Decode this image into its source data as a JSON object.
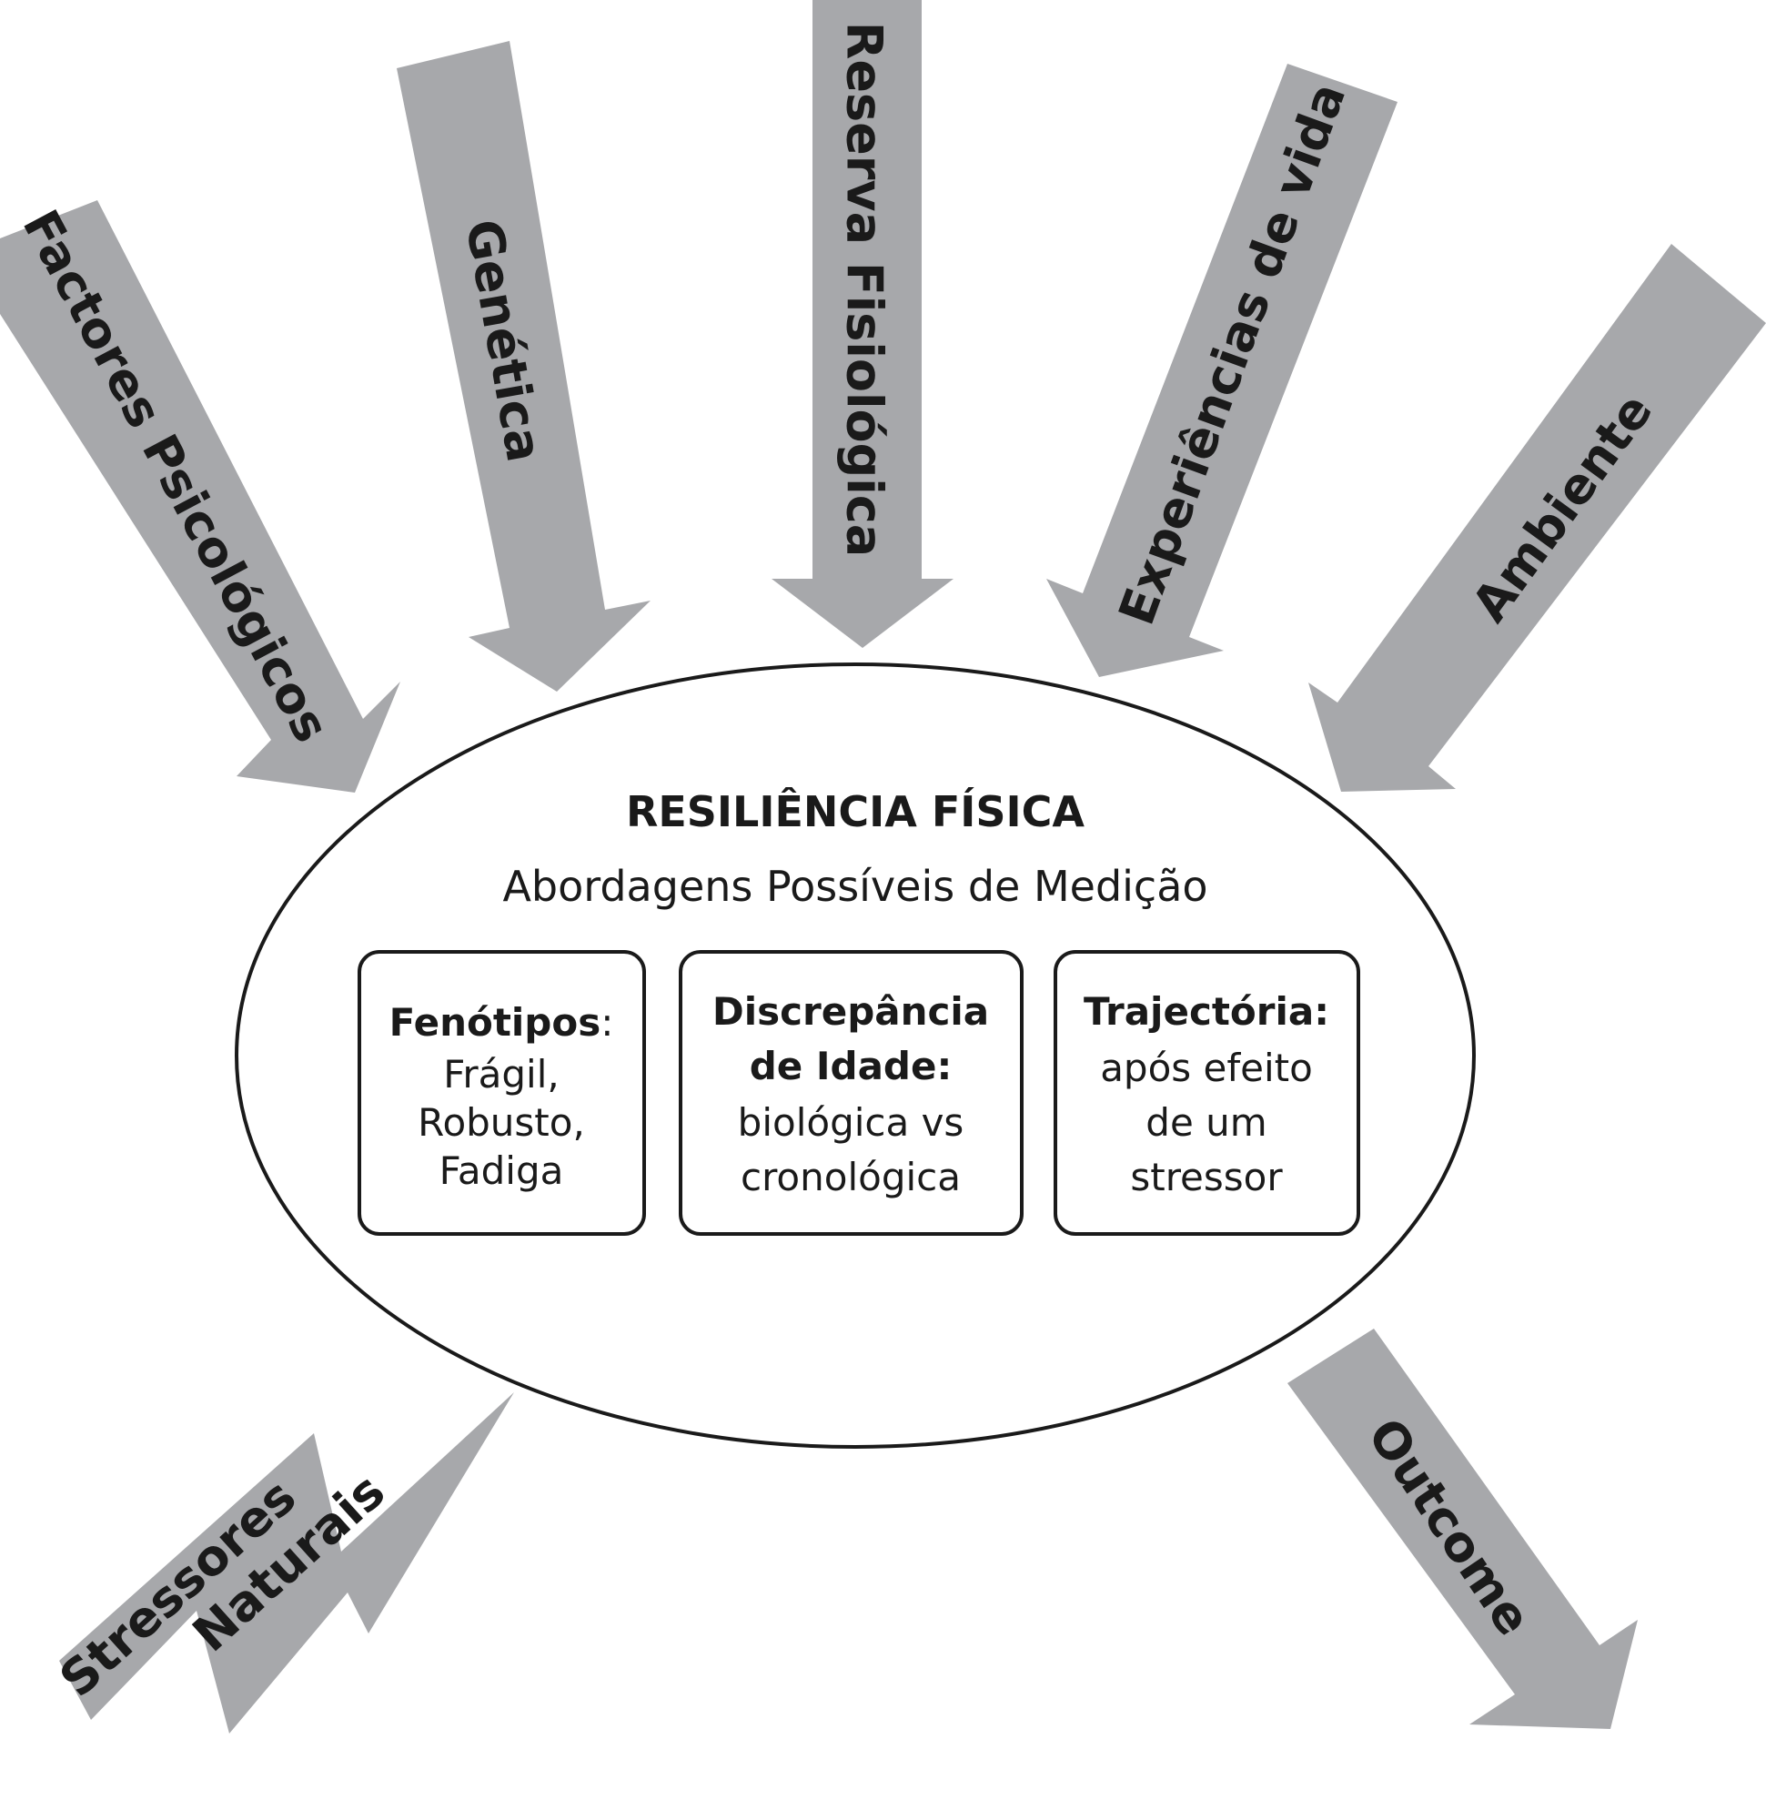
{
  "center": {
    "title": "RESILIÊNCIA FÍSICA",
    "subtitle": "Abordagens Possíveis de Medição"
  },
  "boxes": [
    {
      "head": "Fenótipos",
      "head_suffix": ":",
      "lines": [
        "Frágil,",
        "Robusto,",
        "Fadiga"
      ]
    },
    {
      "head_lines": [
        "Discrepância",
        "de Idade:"
      ],
      "lines": [
        "biológica vs",
        "cronológica"
      ]
    },
    {
      "head": "Trajectória:",
      "lines": [
        "após efeito",
        "de um",
        "stressor"
      ]
    }
  ],
  "inputs": [
    {
      "label": "Factores Psicológicos"
    },
    {
      "label": "Genética"
    },
    {
      "label": "Reserva Fisiológica"
    },
    {
      "label": "Experiências de vida"
    },
    {
      "label": "Ambiente"
    }
  ],
  "stressors": {
    "line1": "Stressores",
    "line2": "Naturais"
  },
  "outcome": {
    "label": "Outcome"
  }
}
